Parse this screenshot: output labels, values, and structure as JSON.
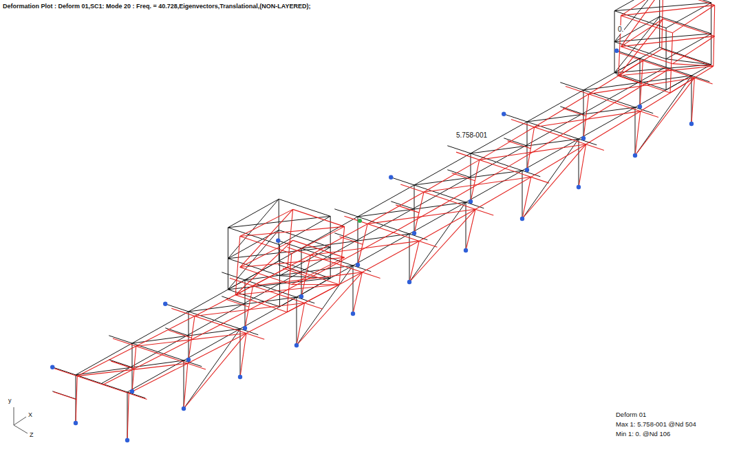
{
  "diagram": {
    "title": "Deformation Plot : Deform 01,SC1: Mode 20 : Freq. = 40.728,Eigenvectors,Translational,(NON-LAYERED);",
    "labels": [
      "5.758-001",
      "0.",
      "Deform 01",
      "Max 1: 5.758-001 @Nd 504",
      "Min 1: 0. @Nd 106",
      "y",
      "X",
      "Z"
    ]
  }
}
